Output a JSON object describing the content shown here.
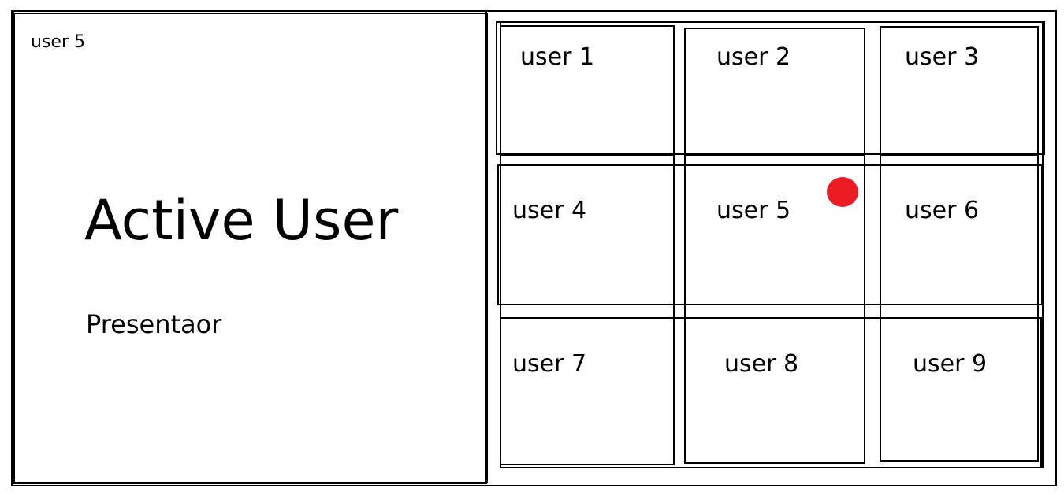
{
  "presenter_panel": {
    "user_tag": "user 5",
    "heading": "Active User",
    "role": "Presentaor"
  },
  "grid": {
    "tiles": [
      {
        "label": "user 1"
      },
      {
        "label": "user 2"
      },
      {
        "label": "user 3"
      },
      {
        "label": "user 4"
      },
      {
        "label": "user 5",
        "active_indicator": true
      },
      {
        "label": "user 6"
      },
      {
        "label": "user 7"
      },
      {
        "label": "user 8"
      },
      {
        "label": "user 9"
      }
    ]
  },
  "colors": {
    "border": "#000000",
    "indicator": "#ec1c24",
    "background": "#ffffff"
  }
}
